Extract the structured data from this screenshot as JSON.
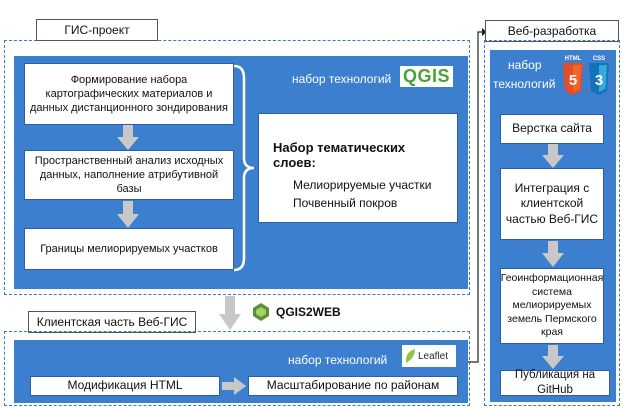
{
  "gis_project": {
    "title": "ГИС-проект",
    "tech_label": "набор технологий",
    "tech_logo": "QGIS",
    "steps": [
      "Формирование набора картографических материалов и данных дистанционного зондирования",
      "Пространственный анализ исходных данных, наполнение атрибутивной базы",
      "Границы мелиорируемых участков"
    ],
    "layers": {
      "heading": "Набор тематических слоев:",
      "items": [
        "Мелиорируемые участки",
        "Почвенный покров"
      ]
    }
  },
  "export": {
    "label": "QGIS2WEB"
  },
  "client": {
    "title": "Клиентская часть Веб-ГИС",
    "tech_label": "набор технологий",
    "tech_logo": "Leaflet",
    "steps": [
      "Модификация HTML",
      "Масштабирование по районам"
    ]
  },
  "web_dev": {
    "title": "Веб-разработка",
    "tech_label_1": "набор",
    "tech_label_2": "технологий",
    "html_badge": "HTML",
    "css_badge": "CSS",
    "steps": [
      "Верстка сайта",
      "Интеграция с клиентской частью Веб-ГИС",
      "Геоинформационная система мелиорируемых земель Пермского края",
      "Публикация на GitHub"
    ]
  },
  "colors": {
    "panel": "#3c7fcf",
    "arrow": "#c8c8c8",
    "qgis_green": "#7ccb3a",
    "html_orange": "#e44d26",
    "css_blue": "#2965f1"
  }
}
